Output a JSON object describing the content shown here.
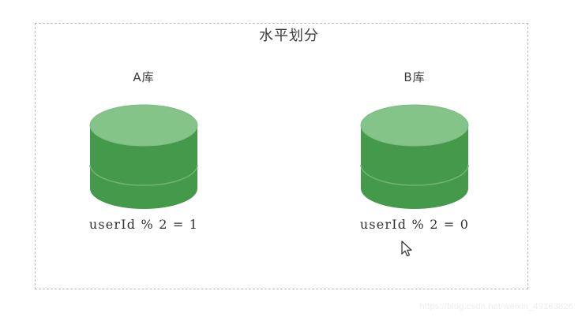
{
  "diagram": {
    "title": "水平划分",
    "frame_style": "dashed",
    "frame_color": "#b9b9b9",
    "background_color": "#ffffff"
  },
  "databases": [
    {
      "label": "A库",
      "caption": "userId % 2 = 1",
      "icon": "database-cylinder-icon",
      "top_color": "#84c489",
      "body_color": "#45994a",
      "edge_color": "#3d8a42"
    },
    {
      "label": "B库",
      "caption": "userId % 2 = 0",
      "icon": "database-cylinder-icon",
      "top_color": "#84c489",
      "body_color": "#45994a",
      "edge_color": "#3d8a42"
    }
  ],
  "cursor": {
    "icon": "mouse-pointer-icon",
    "visible": true
  },
  "watermark": {
    "text": "https://blog.csdn.net/weixin_49163826"
  }
}
